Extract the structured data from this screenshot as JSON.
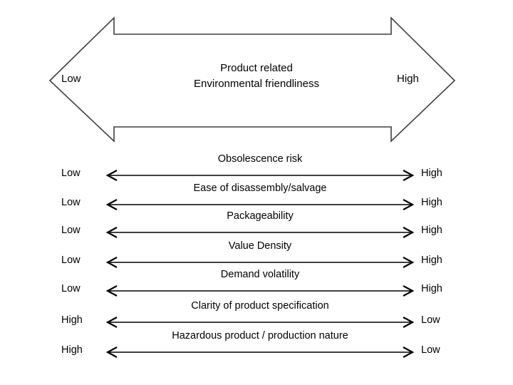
{
  "banner": {
    "left_label": "Low",
    "right_label": "High",
    "title_line1": "Product related",
    "title_line2": "Environmental friendliness"
  },
  "style": {
    "stroke_color": "#3f3f3f",
    "text_color": "#000000",
    "background": "#ffffff"
  },
  "scales": [
    {
      "caption": "Obsolescence risk",
      "left_label": "Low",
      "right_label": "High"
    },
    {
      "caption": "Ease of disassembly/salvage",
      "left_label": "Low",
      "right_label": "High"
    },
    {
      "caption": "Packageability",
      "left_label": "Low",
      "right_label": "High"
    },
    {
      "caption": "Value Density",
      "left_label": "Low",
      "right_label": "High"
    },
    {
      "caption": "Demand volatility",
      "left_label": "Low",
      "right_label": "High"
    },
    {
      "caption": "Clarity of product specification",
      "left_label": "High",
      "right_label": "Low"
    },
    {
      "caption": "Hazardous product / production nature",
      "left_label": "High",
      "right_label": "Low"
    }
  ]
}
